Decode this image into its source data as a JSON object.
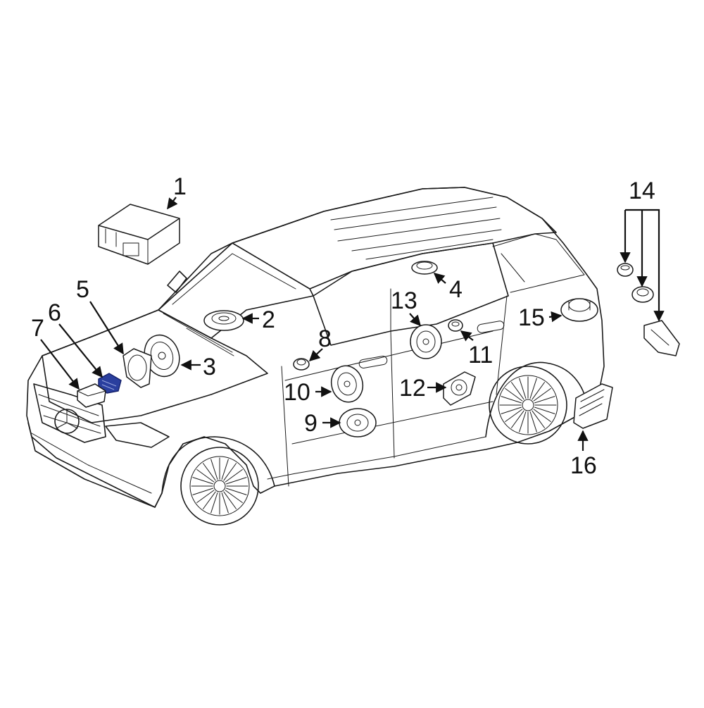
{
  "diagram": {
    "highlight_color": "#2a3f9e",
    "line_color": "#1a1a1a",
    "callouts": [
      {
        "id": "1",
        "label": "1"
      },
      {
        "id": "2",
        "label": "2"
      },
      {
        "id": "3",
        "label": "3"
      },
      {
        "id": "4",
        "label": "4"
      },
      {
        "id": "5",
        "label": "5"
      },
      {
        "id": "6",
        "label": "6"
      },
      {
        "id": "7",
        "label": "7"
      },
      {
        "id": "8",
        "label": "8"
      },
      {
        "id": "9",
        "label": "9"
      },
      {
        "id": "10",
        "label": "10"
      },
      {
        "id": "11",
        "label": "11"
      },
      {
        "id": "12",
        "label": "12"
      },
      {
        "id": "13",
        "label": "13"
      },
      {
        "id": "14",
        "label": "14"
      },
      {
        "id": "15",
        "label": "15"
      },
      {
        "id": "16",
        "label": "16"
      }
    ]
  }
}
